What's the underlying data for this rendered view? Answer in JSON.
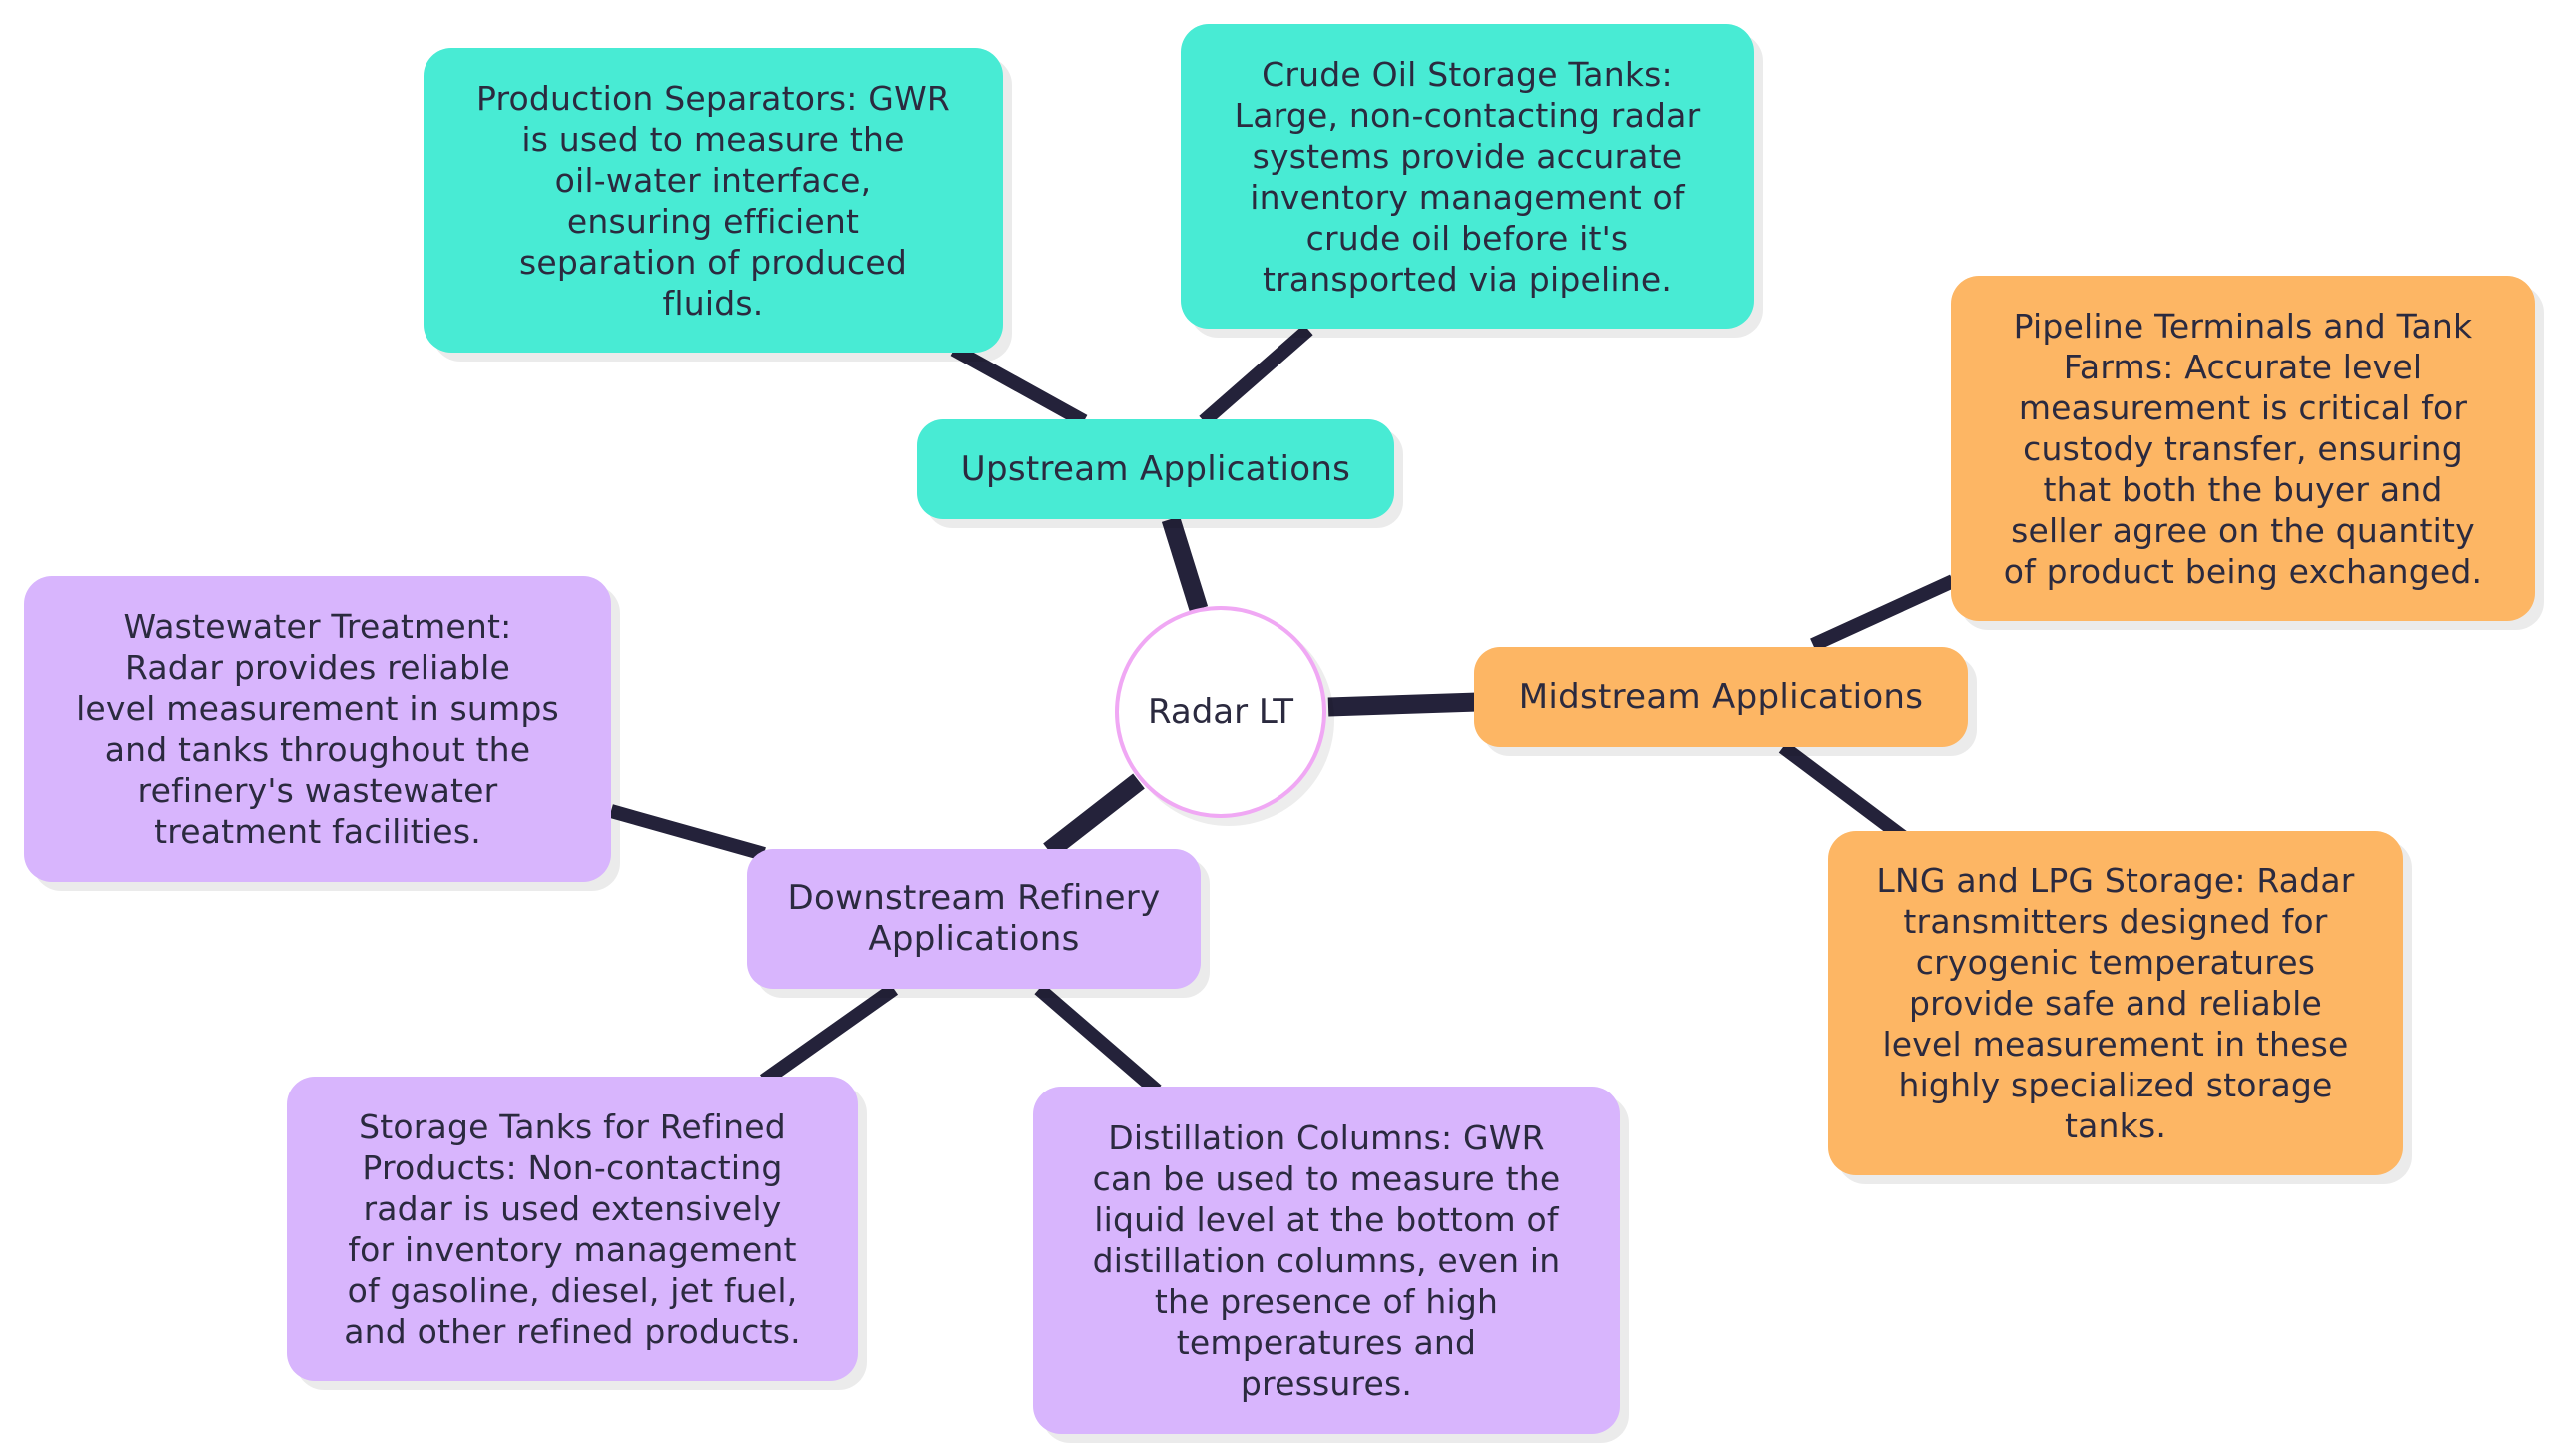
{
  "colors": {
    "upstream": "#48ebd4",
    "midstream": "#fdb664",
    "downstream": "#d8b5fd",
    "root_border": "#f0a8f4",
    "edge": "#24223a",
    "text": "#2b2a3f"
  },
  "root": {
    "label": "Radar LT"
  },
  "branches": {
    "upstream": {
      "label": "Upstream Applications",
      "children": {
        "separators": "Production Separators: GWR\nis used to measure the\noil-water interface,\nensuring efficient\nseparation of produced\nfluids.",
        "crude_tanks": "Crude Oil Storage Tanks:\nLarge, non-contacting radar\nsystems provide accurate\ninventory management of\ncrude oil before it's\ntransported via pipeline."
      }
    },
    "midstream": {
      "label": "Midstream Applications",
      "children": {
        "pipeline_terminals": "Pipeline Terminals and Tank\nFarms: Accurate level\nmeasurement is critical for\ncustody transfer, ensuring\nthat both the buyer and\nseller agree on the quantity\nof product being exchanged.",
        "lng_lpg": "LNG and LPG Storage: Radar\ntransmitters designed for\ncryogenic temperatures\nprovide safe and reliable\nlevel measurement in these\nhighly specialized storage\ntanks."
      }
    },
    "downstream": {
      "label": "Downstream Refinery\nApplications",
      "children": {
        "wastewater": "Wastewater Treatment:\nRadar provides reliable\nlevel measurement in sumps\nand tanks throughout the\nrefinery's wastewater\ntreatment facilities.",
        "refined_storage": "Storage Tanks for Refined\nProducts: Non-contacting\nradar is used extensively\nfor inventory management\nof gasoline, diesel, jet fuel,\nand other refined products.",
        "distillation": "Distillation Columns: GWR\ncan be used to measure the\nliquid level at the bottom of\ndistillation columns, even in\nthe presence of high\ntemperatures and\npressures."
      }
    }
  }
}
